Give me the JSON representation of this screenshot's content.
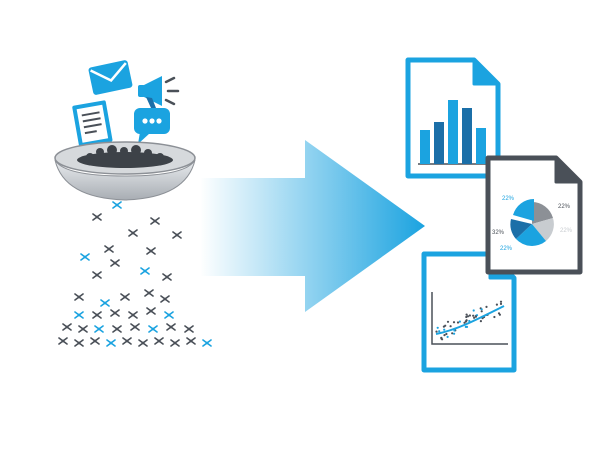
{
  "colors": {
    "blue": "#1ba3e0",
    "dark_blue": "#1b6fa8",
    "gray": "#8c9096",
    "dark_gray": "#4a5058",
    "light_gray": "#c8ccd0",
    "white": "#ffffff"
  },
  "icons": {
    "inputs": [
      "envelope-icon",
      "megaphone-icon",
      "document-icon",
      "chat-bubble-icon"
    ],
    "funnel": "sieve-bowl-icon",
    "particle": "data-particle-icon",
    "arrow": "right-arrow-icon",
    "outputs": [
      "bar-chart-report-icon",
      "pie-chart-report-icon",
      "scatter-plot-report-icon"
    ]
  },
  "reports": {
    "pie_labels": [
      "22%",
      "22%",
      "32%",
      "22%",
      "22%"
    ]
  }
}
